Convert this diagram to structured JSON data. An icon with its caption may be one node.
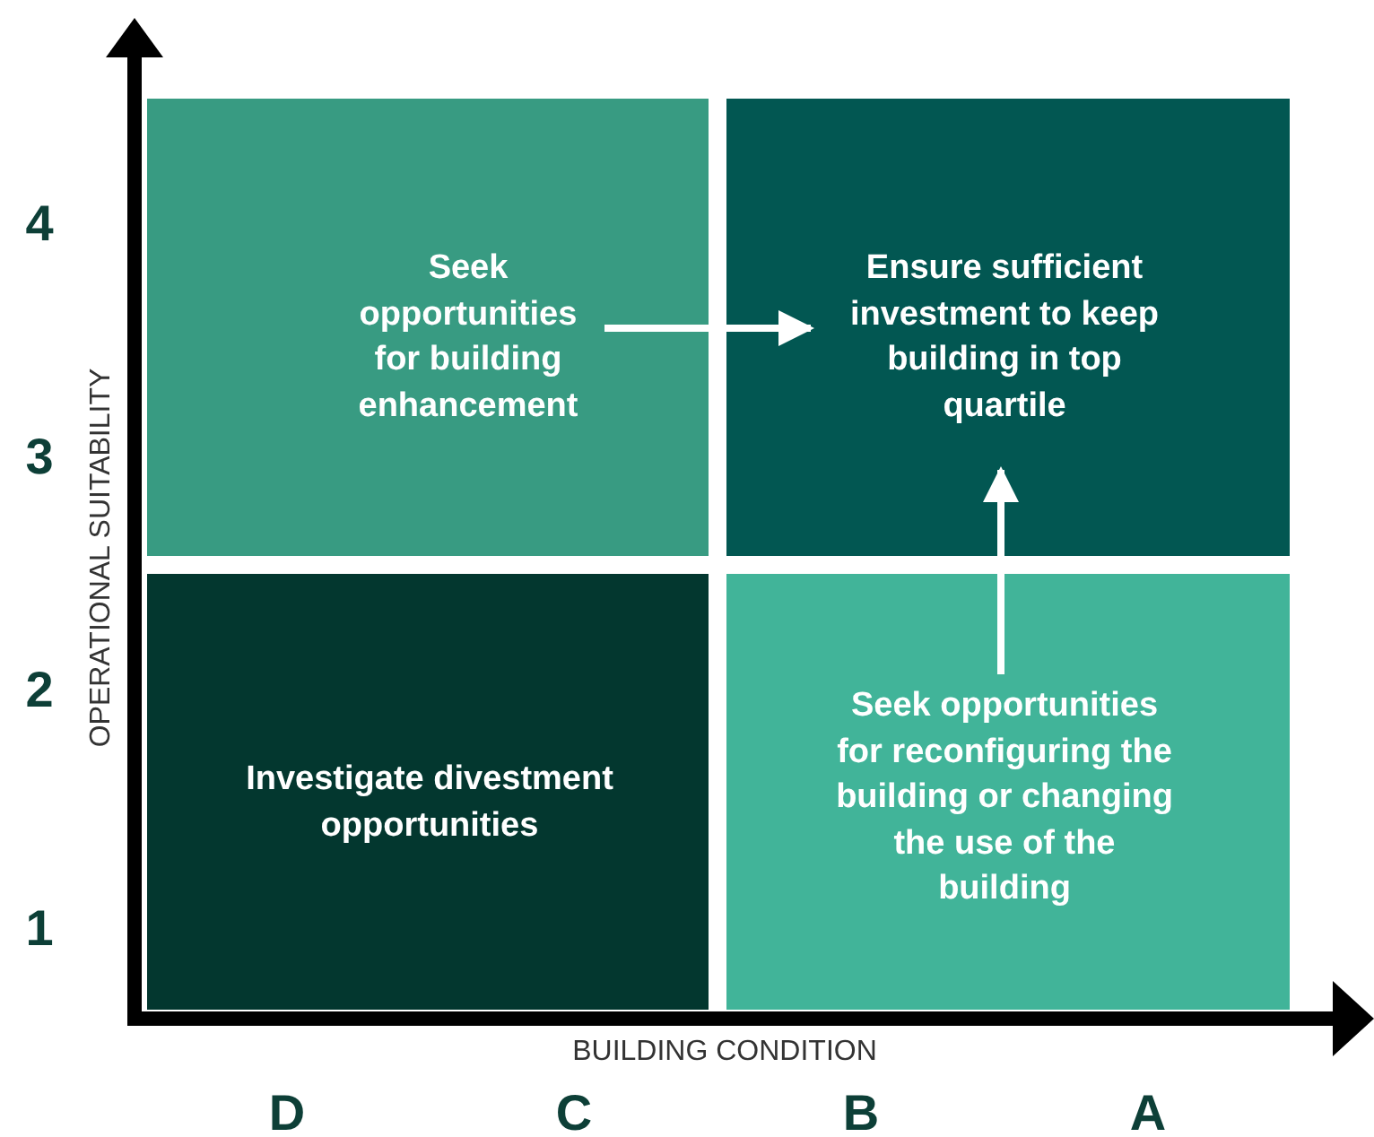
{
  "diagram": {
    "nodes": [
      {
        "text": [
          "Seek opportunities for building enhancement"
        ]
      },
      {
        "text": [
          "Ensure sufficient investment to keep building in top quartile"
        ]
      },
      {
        "text": [
          "Investigate divestment opportunities"
        ]
      },
      {
        "text": [
          "Seek opportunities for reconfiguring the building or changing the use of the building"
        ]
      }
    ],
    "edges": [
      {
        "from": 0,
        "to": 1,
        "arrow": "to"
      },
      {
        "from": 3,
        "to": 1,
        "arrow": "to"
      }
    ],
    "labels": [
      "4",
      "OPERATIONAL SUITABILITY",
      "3",
      "2",
      "1",
      "BUILDING CONDITION",
      "D",
      "C",
      "B",
      "A"
    ]
  }
}
